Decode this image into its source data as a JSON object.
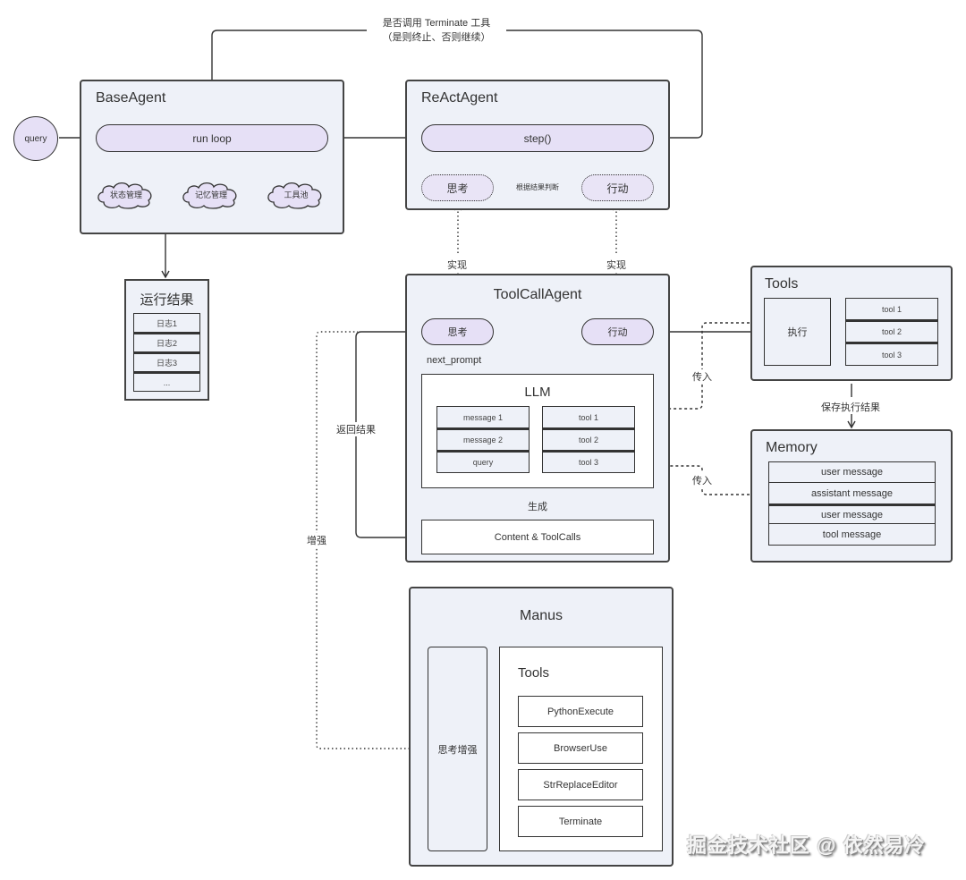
{
  "top_loop_label": {
    "line1": "是否调用 Terminate 工具",
    "line2": "（是则终止、否则继续）"
  },
  "query_node": "query",
  "base_agent": {
    "title": "BaseAgent",
    "run_loop": "run loop",
    "features": [
      "状态管理",
      "记忆管理",
      "工具池"
    ]
  },
  "run_result": {
    "title": "运行结果",
    "logs": [
      "日志1",
      "日志2",
      "日志3",
      "..."
    ]
  },
  "react_agent": {
    "title": "ReActAgent",
    "step": "step()",
    "think": "思考",
    "act": "行动",
    "decide_label": "根据结果判断"
  },
  "implements_label": "实现",
  "toolcall_agent": {
    "title": "ToolCallAgent",
    "think": "思考",
    "act": "行动",
    "next_prompt": "next_prompt",
    "llm": {
      "title": "LLM",
      "messages": [
        "message 1",
        "message 2",
        "query"
      ],
      "tools": [
        "tool 1",
        "tool 2",
        "tool 3"
      ]
    },
    "generate_label": "生成",
    "output": "Content & ToolCalls",
    "return_label": "返回结果"
  },
  "pass_in_label": "传入",
  "enhance_label": "增强",
  "tools_panel": {
    "title": "Tools",
    "execute": "执行",
    "tools": [
      "tool 1",
      "tool 2",
      "tool 3"
    ],
    "save_label": "保存执行结果"
  },
  "memory_panel": {
    "title": "Memory",
    "messages": [
      "user  message",
      "assistant  message",
      "user  message",
      "tool  message"
    ]
  },
  "manus": {
    "title": "Manus",
    "think_enhance": "思考增强",
    "tools_title": "Tools",
    "tools": [
      "PythonExecute",
      "BrowserUse",
      "StrReplaceEditor",
      "Terminate"
    ]
  },
  "watermark": "掘金技术社区 @ 依然易冷"
}
